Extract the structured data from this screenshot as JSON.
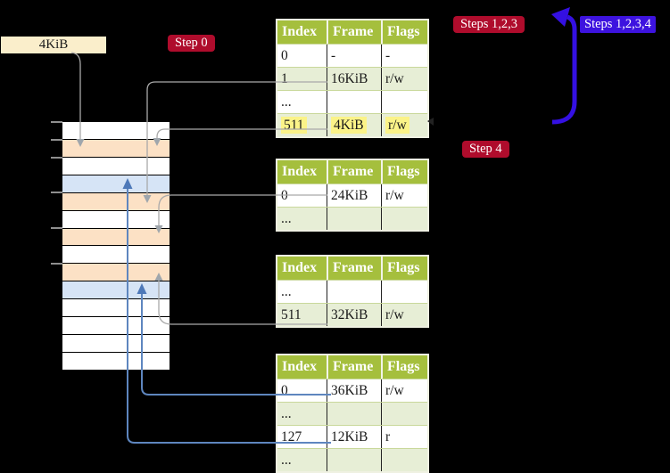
{
  "page": {
    "frame_box": {
      "label": "4KiB"
    }
  },
  "labels": {
    "step0": "Step 0",
    "steps123": "Steps 1,2,3",
    "steps1234": "Steps 1,2,3,4",
    "step4": "Step 4"
  },
  "colors": {
    "crimson": "#AF0C2C",
    "blue_violet": "#3D13DF",
    "big_arrow_blue": "#3410E2",
    "table_header_green": "#A5BF3D",
    "table_row_green": "#E7EED6",
    "table_row_white": "#FFFFFF",
    "highlight_yellow": "#FBF388",
    "memory_wheat": "#FCE1C5",
    "memory_blue": "#D6E4F6",
    "memory_white": "#FFFFFF",
    "cream_box": "#FAEECB",
    "gray_connector": "#A9A9A9",
    "blue_connector": "#5E86BF",
    "table_border": "#EFF1E2",
    "row_separator": "#C9D89B",
    "text_dark": "#1A1A1A"
  },
  "memory_column": {
    "rows": [
      "white",
      "wheat",
      "white",
      "blue",
      "wheat",
      "white",
      "wheat",
      "white",
      "wheat",
      "blue",
      "white",
      "white",
      "white",
      "white"
    ]
  },
  "tables": [
    {
      "columns": [
        "Index",
        "Frame",
        "Flags"
      ],
      "rows": [
        {
          "cells": [
            "0",
            "-",
            "-"
          ],
          "shade": "white",
          "highlight": false
        },
        {
          "cells": [
            "1",
            "16KiB",
            "r/w"
          ],
          "shade": "green",
          "highlight": false
        },
        {
          "cells": [
            "...",
            "",
            ""
          ],
          "shade": "white",
          "highlight": false
        },
        {
          "cells": [
            "511",
            "4KiB",
            "r/w"
          ],
          "shade": "green",
          "highlight": true
        }
      ]
    },
    {
      "columns": [
        "Index",
        "Frame",
        "Flags"
      ],
      "rows": [
        {
          "cells": [
            "0",
            "24KiB",
            "r/w"
          ],
          "shade": "white",
          "highlight": false
        },
        {
          "cells": [
            "...",
            "",
            ""
          ],
          "shade": "green",
          "highlight": false
        }
      ]
    },
    {
      "columns": [
        "Index",
        "Frame",
        "Flags"
      ],
      "rows": [
        {
          "cells": [
            "...",
            "",
            ""
          ],
          "shade": "white",
          "highlight": false
        },
        {
          "cells": [
            "511",
            "32KiB",
            "r/w"
          ],
          "shade": "green",
          "highlight": false
        }
      ]
    },
    {
      "columns": [
        "Index",
        "Frame",
        "Flags"
      ],
      "rows": [
        {
          "cells": [
            "0",
            "36KiB",
            "r/w"
          ],
          "shade": "white",
          "highlight": false
        },
        {
          "cells": [
            "...",
            "",
            ""
          ],
          "shade": "green",
          "highlight": false
        },
        {
          "cells": [
            "127",
            "12KiB",
            "r"
          ],
          "shade": "white",
          "highlight": false
        },
        {
          "cells": [
            "...",
            "",
            ""
          ],
          "shade": "green",
          "highlight": false
        }
      ]
    }
  ]
}
